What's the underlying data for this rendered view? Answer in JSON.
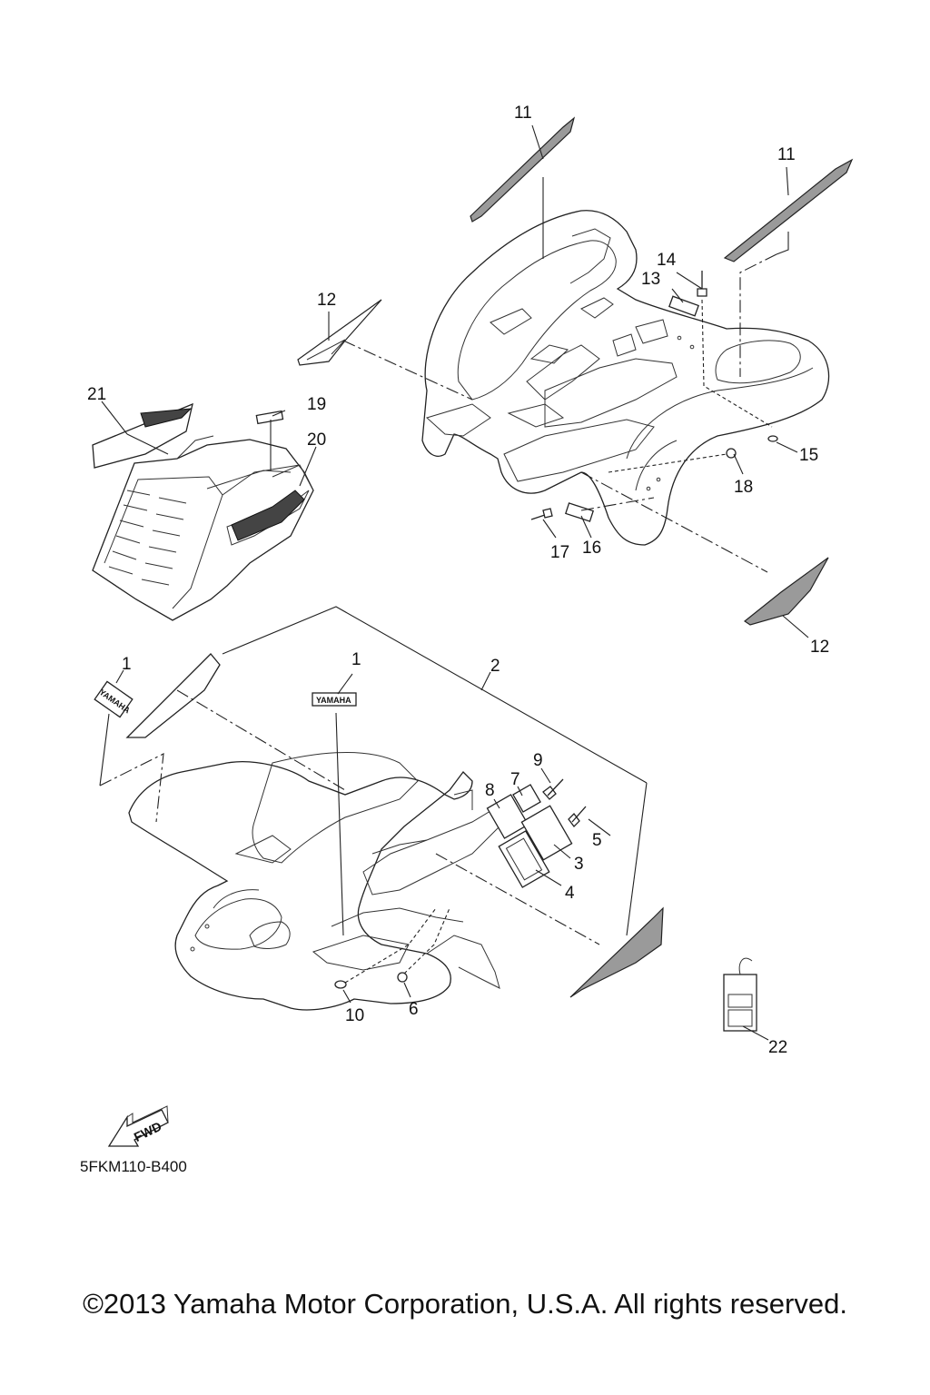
{
  "diagram": {
    "code": "5FKM110-B400",
    "fwd_label": "FWD",
    "copyright": "©2013 Yamaha Motor Corporation, U.S.A. All rights reserved.",
    "decal_text": "YAMAHA",
    "callouts": [
      {
        "id": "c11a",
        "num": "11"
      },
      {
        "id": "c11b",
        "num": "11"
      },
      {
        "id": "c14",
        "num": "14"
      },
      {
        "id": "c13",
        "num": "13"
      },
      {
        "id": "c12a",
        "num": "12"
      },
      {
        "id": "c21",
        "num": "21"
      },
      {
        "id": "c19",
        "num": "19"
      },
      {
        "id": "c20",
        "num": "20"
      },
      {
        "id": "c15",
        "num": "15"
      },
      {
        "id": "c18",
        "num": "18"
      },
      {
        "id": "c17",
        "num": "17"
      },
      {
        "id": "c16",
        "num": "16"
      },
      {
        "id": "c12b",
        "num": "12"
      },
      {
        "id": "c1a",
        "num": "1"
      },
      {
        "id": "c1b",
        "num": "1"
      },
      {
        "id": "c2",
        "num": "2"
      },
      {
        "id": "c9",
        "num": "9"
      },
      {
        "id": "c8",
        "num": "8"
      },
      {
        "id": "c7",
        "num": "7"
      },
      {
        "id": "c5",
        "num": "5"
      },
      {
        "id": "c3",
        "num": "3"
      },
      {
        "id": "c4",
        "num": "4"
      },
      {
        "id": "c10",
        "num": "10"
      },
      {
        "id": "c6",
        "num": "6"
      },
      {
        "id": "c22",
        "num": "22"
      }
    ]
  }
}
